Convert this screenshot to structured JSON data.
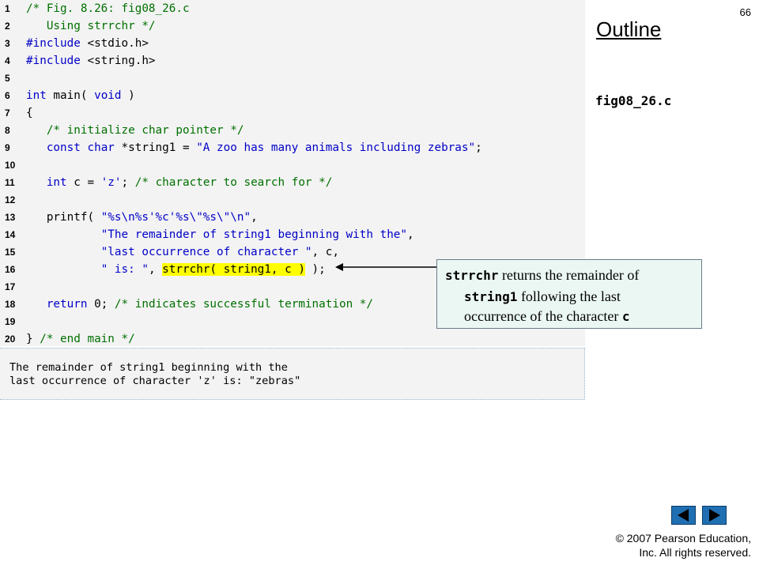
{
  "slide_number": "66",
  "outline_title": "Outline",
  "file_name": "fig08_26.c",
  "code_lines": [
    {
      "n": "1",
      "tokens": [
        {
          "t": "/* Fig. 8.26: fig08_26.c",
          "c": "c"
        }
      ]
    },
    {
      "n": "2",
      "tokens": [
        {
          "t": "   Using strrchr */",
          "c": "c"
        }
      ]
    },
    {
      "n": "3",
      "tokens": [
        {
          "t": "#include ",
          "c": "k"
        },
        {
          "t": "<stdio.h>",
          "c": ""
        }
      ]
    },
    {
      "n": "4",
      "tokens": [
        {
          "t": "#include ",
          "c": "k"
        },
        {
          "t": "<string.h>",
          "c": ""
        }
      ]
    },
    {
      "n": "5",
      "tokens": []
    },
    {
      "n": "6",
      "tokens": [
        {
          "t": "int",
          "c": "k"
        },
        {
          "t": " main( ",
          "c": ""
        },
        {
          "t": "void",
          "c": "k"
        },
        {
          "t": " )",
          "c": ""
        }
      ]
    },
    {
      "n": "7",
      "tokens": [
        {
          "t": "{",
          "c": ""
        }
      ]
    },
    {
      "n": "8",
      "tokens": [
        {
          "t": "   ",
          "c": ""
        },
        {
          "t": "/* initialize char pointer */",
          "c": "c"
        }
      ]
    },
    {
      "n": "9",
      "tokens": [
        {
          "t": "   ",
          "c": ""
        },
        {
          "t": "const char",
          "c": "k"
        },
        {
          "t": " *string1 = ",
          "c": ""
        },
        {
          "t": "\"A zoo has many animals including zebras\"",
          "c": "s"
        },
        {
          "t": ";",
          "c": ""
        }
      ]
    },
    {
      "n": "10",
      "tokens": []
    },
    {
      "n": "11",
      "tokens": [
        {
          "t": "   ",
          "c": ""
        },
        {
          "t": "int",
          "c": "k"
        },
        {
          "t": " c = ",
          "c": ""
        },
        {
          "t": "'z'",
          "c": "s"
        },
        {
          "t": "; ",
          "c": ""
        },
        {
          "t": "/* character to search for */",
          "c": "c"
        }
      ]
    },
    {
      "n": "12",
      "tokens": []
    },
    {
      "n": "13",
      "tokens": [
        {
          "t": "   printf( ",
          "c": ""
        },
        {
          "t": "\"%s\\n%s'%c'%s\\\"%s\\\"\\n\"",
          "c": "s"
        },
        {
          "t": ",",
          "c": ""
        }
      ]
    },
    {
      "n": "14",
      "tokens": [
        {
          "t": "           ",
          "c": ""
        },
        {
          "t": "\"The remainder of string1 beginning with the\"",
          "c": "s"
        },
        {
          "t": ",",
          "c": ""
        }
      ]
    },
    {
      "n": "15",
      "tokens": [
        {
          "t": "           ",
          "c": ""
        },
        {
          "t": "\"last occurrence of character \"",
          "c": "s"
        },
        {
          "t": ", c,",
          "c": ""
        }
      ]
    },
    {
      "n": "16",
      "tokens": [
        {
          "t": "           ",
          "c": ""
        },
        {
          "t": "\" is: \"",
          "c": "s"
        },
        {
          "t": ", ",
          "c": ""
        },
        {
          "t": "strrchr( string1, c )",
          "c": "hl"
        },
        {
          "t": " );",
          "c": ""
        }
      ]
    },
    {
      "n": "17",
      "tokens": []
    },
    {
      "n": "18",
      "tokens": [
        {
          "t": "   ",
          "c": ""
        },
        {
          "t": "return",
          "c": "k"
        },
        {
          "t": " 0; ",
          "c": ""
        },
        {
          "t": "/* indicates successful termination */",
          "c": "c"
        }
      ]
    },
    {
      "n": "19",
      "tokens": []
    },
    {
      "n": "20",
      "tokens": [
        {
          "t": "} ",
          "c": ""
        },
        {
          "t": "/* end main */",
          "c": "c"
        }
      ]
    }
  ],
  "output_lines": [
    "The remainder of string1 beginning with the",
    "last occurrence of character 'z' is: \"zebras\""
  ],
  "callout": {
    "term1": "strrchr",
    "text1": " returns the remainder of",
    "term2": "string1",
    "text2": " following the last",
    "text3": "occurrence of the character ",
    "term3": "c"
  },
  "nav": {
    "prev_icon": "triangle-left-icon",
    "next_icon": "triangle-right-icon",
    "color": "#1f6fb2"
  },
  "copyright": {
    "line1": "© 2007 Pearson Education,",
    "line2": "Inc.  All rights reserved."
  },
  "colors": {
    "keyword": "#0000c8",
    "comment": "#007000",
    "highlight": "#ffff00",
    "panel_bg": "#f3f3f3",
    "callout_bg": "#ebf7f3"
  }
}
